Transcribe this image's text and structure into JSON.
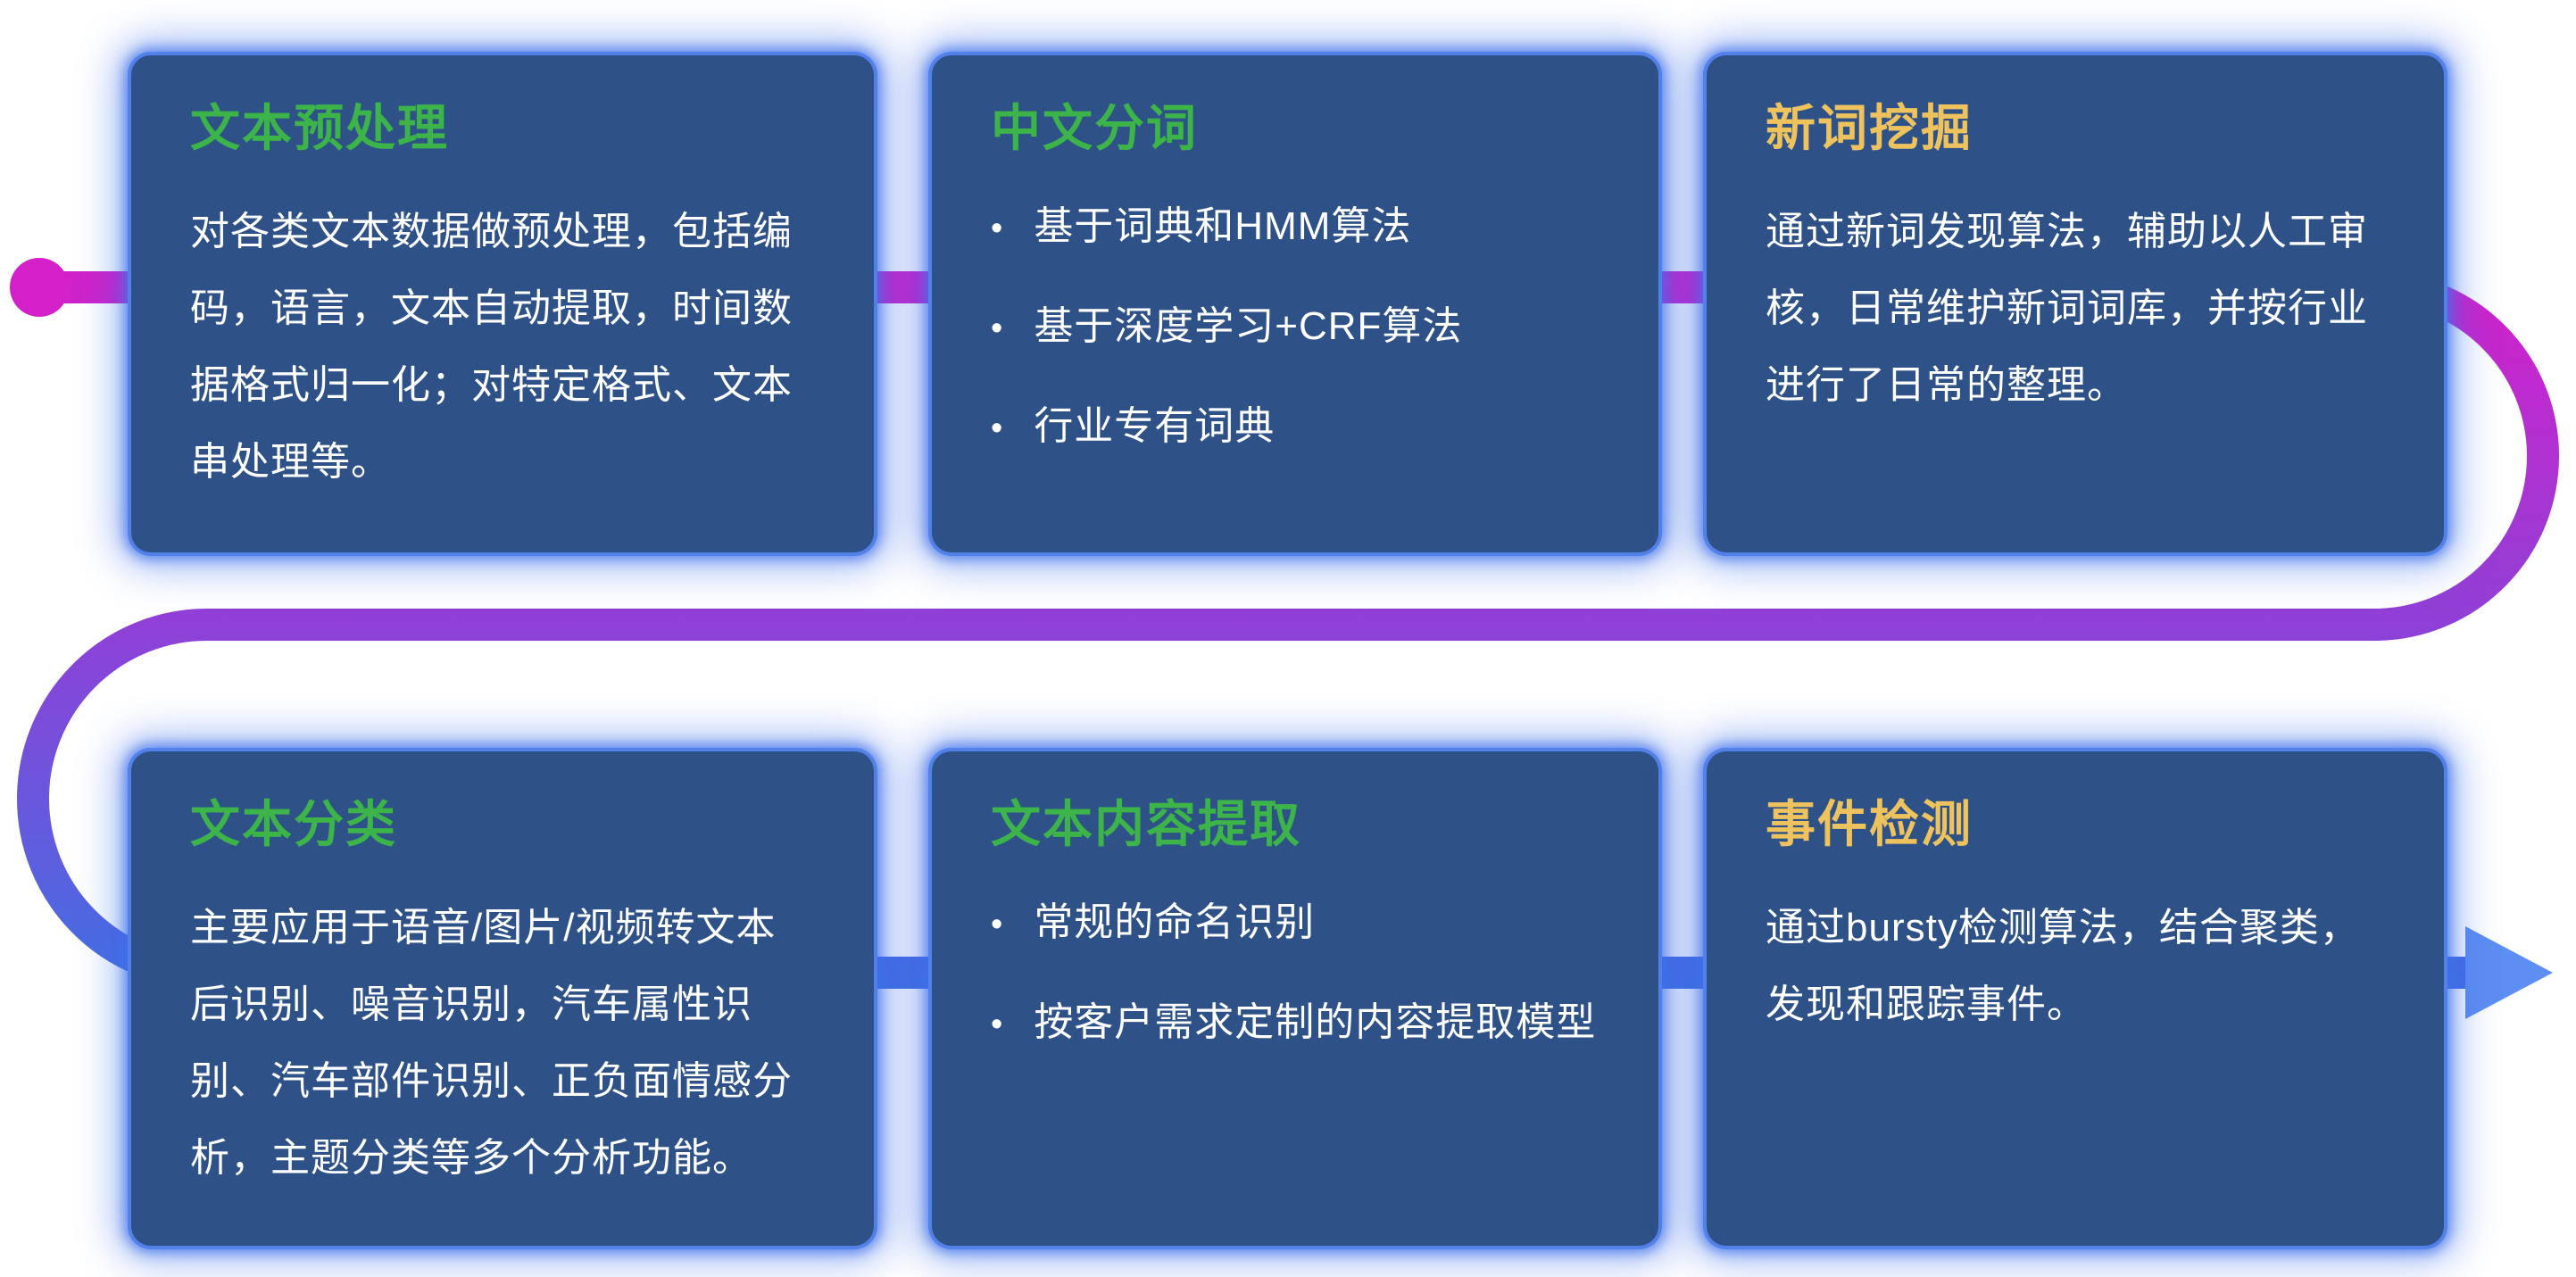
{
  "page": {
    "background": "#ffffff"
  },
  "icons": {
    "bullet": "•",
    "start_dot": "circle",
    "end_arrow": "right-triangle"
  },
  "flow": {
    "start_dot_color": "#d420c9",
    "arrow_color": "#5d8ef2",
    "gradient_stops": [
      "#d420c9",
      "#8d41d7",
      "#3f71e3"
    ]
  },
  "colors": {
    "card_bg": "#2e5287",
    "card_glow": "#3f73e8",
    "title_green": "#3cb44a",
    "title_yellow": "#eec35e",
    "body_text": "#ffffff"
  },
  "cards": [
    {
      "id": "text-preprocessing",
      "title": "文本预处理",
      "title_color": "green",
      "type": "paragraph",
      "body": "对各类文本数据做预处理，包括编码，语言，文本自动提取，时间数据格式归一化；对特定格式、文本串处理等。"
    },
    {
      "id": "chinese-word-segmentation",
      "title": "中文分词",
      "title_color": "green",
      "type": "bullets",
      "bullets": [
        "基于词典和HMM算法",
        "基于深度学习+CRF算法",
        "行业专有词典"
      ]
    },
    {
      "id": "new-word-mining",
      "title": "新词挖掘",
      "title_color": "yellow",
      "type": "paragraph",
      "body": "通过新词发现算法，辅助以人工审核，日常维护新词词库，并按行业进行了日常的整理。"
    },
    {
      "id": "text-classification",
      "title": "文本分类",
      "title_color": "green",
      "type": "paragraph",
      "body": "主要应用于语音/图片/视频转文本后识别、噪音识别，汽车属性识别、汽车部件识别、正负面情感分析，主题分类等多个分析功能。"
    },
    {
      "id": "text-content-extraction",
      "title": "文本内容提取",
      "title_color": "green",
      "type": "bullets",
      "bullets": [
        "常规的命名识别",
        "按客户需求定制的内容提取模型"
      ]
    },
    {
      "id": "event-detection",
      "title": "事件检测",
      "title_color": "yellow",
      "type": "paragraph",
      "body": "通过bursty检测算法，结合聚类，发现和跟踪事件。"
    }
  ]
}
